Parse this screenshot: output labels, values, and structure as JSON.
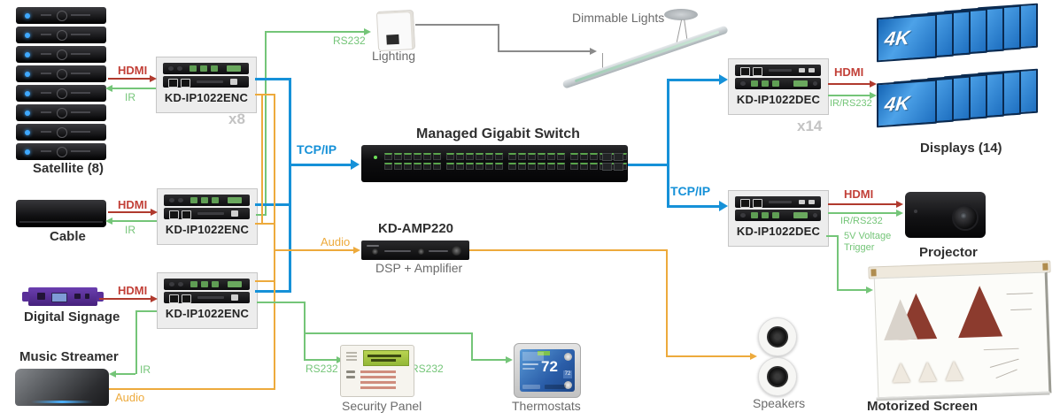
{
  "colors": {
    "hdmi_red": "#b03a2e",
    "control_green": "#74c578",
    "network_blue": "#1691d8",
    "audio_orange": "#edaa3c",
    "misc_gray": "#8a8a8a"
  },
  "labels": {
    "hdmi": "HDMI",
    "ir": "IR",
    "ir_rs232": "IR/RS232",
    "rs232": "RS232",
    "tcpip": "TCP/IP",
    "audio": "Audio",
    "voltage_line1": "5V Voltage",
    "voltage_line2": "Trigger",
    "four_k": "4K"
  },
  "devices": {
    "satellite": "Satellite (8)",
    "cable": "Cable",
    "digital_signage": "Digital Signage",
    "music_streamer": "Music Streamer",
    "encoder": "KD-IP1022ENC",
    "encoder_count": "x8",
    "switch": "Managed Gigabit Switch",
    "lighting": "Lighting",
    "dimmable_lights": "Dimmable Lights",
    "decoder": "KD-IP1022DEC",
    "decoder_count": "x14",
    "displays": "Displays (14)",
    "projector": "Projector",
    "motorized_screen": "Motorized Screen",
    "amp_model": "KD-AMP220",
    "amp_desc": "DSP + Amplifier",
    "security_panel": "Security Panel",
    "thermostats": "Thermostats",
    "speakers": "Speakers",
    "thermostat_temp": "72"
  }
}
